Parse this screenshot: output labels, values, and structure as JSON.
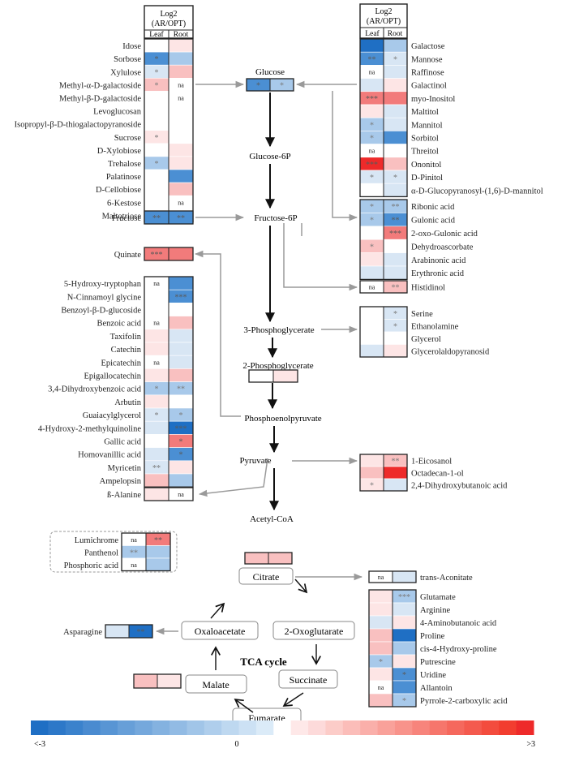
{
  "colors": {
    "neg3": "#1f6fc4",
    "neg2": "#4b8fd3",
    "neg1": "#a8c9ea",
    "neg05": "#d8e6f4",
    "zero": "#ffffff",
    "pos05": "#fde5e5",
    "pos1": "#f9c0c0",
    "pos2": "#f27b7b",
    "pos3": "#ee2a2a",
    "arrow_gray": "#a0a0a0",
    "arrow_black": "#111111"
  },
  "header_left": {
    "title": "Log2",
    "subtitle": "(AR/OPT)",
    "col1": "Leaf",
    "col2": "Root"
  },
  "header_right": {
    "title": "Log2",
    "subtitle": "(AR/OPT)",
    "col1": "Leaf",
    "col2": "Root"
  },
  "groups": {
    "sugars_left": [
      {
        "name": "Idose",
        "leaf": "zero",
        "root": "pos05",
        "leafMark": "",
        "rootMark": ""
      },
      {
        "name": "Sorbose",
        "leaf": "neg2",
        "root": "neg1",
        "leafMark": "*",
        "rootMark": ""
      },
      {
        "name": "Xylulose",
        "leaf": "neg05",
        "root": "pos1",
        "leafMark": "*",
        "rootMark": ""
      },
      {
        "name": "Methyl-α-D-galactoside",
        "leaf": "pos1",
        "root": "zero",
        "leafMark": "*",
        "rootMark": "na"
      },
      {
        "name": "Methyl-β-D-galactoside",
        "leaf": "zero",
        "root": "zero",
        "leafMark": "",
        "rootMark": "na"
      },
      {
        "name": "Levoglucosan",
        "leaf": "zero",
        "root": "zero",
        "leafMark": "",
        "rootMark": ""
      },
      {
        "name": "Isopropyl-β-D-thiogalactopyranoside",
        "leaf": "zero",
        "root": "zero",
        "leafMark": "",
        "rootMark": ""
      },
      {
        "name": "Sucrose",
        "leaf": "pos05",
        "root": "zero",
        "leafMark": "*",
        "rootMark": ""
      },
      {
        "name": "D-Xylobiose",
        "leaf": "zero",
        "root": "pos05",
        "leafMark": "",
        "rootMark": ""
      },
      {
        "name": "Trehalose",
        "leaf": "neg1",
        "root": "pos05",
        "leafMark": "*",
        "rootMark": ""
      },
      {
        "name": "Palatinose",
        "leaf": "zero",
        "root": "neg2",
        "leafMark": "",
        "rootMark": ""
      },
      {
        "name": "D-Cellobiose",
        "leaf": "zero",
        "root": "pos1",
        "leafMark": "",
        "rootMark": ""
      },
      {
        "name": "6-Kestose",
        "leaf": "zero",
        "root": "zero",
        "leafMark": "",
        "rootMark": "na"
      },
      {
        "name": "Maltotriose",
        "leaf": "zero",
        "root": "zero",
        "leafMark": "",
        "rootMark": "na"
      }
    ],
    "fructose": [
      {
        "name": "Fructose",
        "leaf": "neg2",
        "root": "neg2",
        "leafMark": "**",
        "rootMark": "**"
      }
    ],
    "quinate": [
      {
        "name": "Quinate",
        "leaf": "pos2",
        "root": "pos2",
        "leafMark": "***",
        "rootMark": ""
      }
    ],
    "phenolics": [
      {
        "name": "5-Hydroxy-tryptophan",
        "leaf": "zero",
        "root": "neg2",
        "leafMark": "na",
        "rootMark": ""
      },
      {
        "name": "N-Cinnamoyl glycine",
        "leaf": "zero",
        "root": "neg2",
        "leafMark": "",
        "rootMark": "***"
      },
      {
        "name": "Benzoyl-β-D-glucoside",
        "leaf": "zero",
        "root": "zero",
        "leafMark": "",
        "rootMark": ""
      },
      {
        "name": "Benzoic acid",
        "leaf": "zero",
        "root": "pos1",
        "leafMark": "na",
        "rootMark": ""
      },
      {
        "name": "Taxifolin",
        "leaf": "pos05",
        "root": "neg05",
        "leafMark": "",
        "rootMark": ""
      },
      {
        "name": "Catechin",
        "leaf": "pos05",
        "root": "neg05",
        "leafMark": "",
        "rootMark": ""
      },
      {
        "name": "Epicatechin",
        "leaf": "zero",
        "root": "neg05",
        "leafMark": "na",
        "rootMark": ""
      },
      {
        "name": "Epigallocatechin",
        "leaf": "pos05",
        "root": "pos1",
        "leafMark": "",
        "rootMark": ""
      },
      {
        "name": "3,4-Dihydroxybenzoic acid",
        "leaf": "neg1",
        "root": "neg1",
        "leafMark": "*",
        "rootMark": "**"
      },
      {
        "name": "Arbutin",
        "leaf": "pos05",
        "root": "zero",
        "leafMark": "",
        "rootMark": ""
      },
      {
        "name": "Guaiacylglycerol",
        "leaf": "neg05",
        "root": "neg1",
        "leafMark": "*",
        "rootMark": "*"
      },
      {
        "name": "4-Hydroxy-2-methylquinoline",
        "leaf": "neg05",
        "root": "neg3",
        "leafMark": "",
        "rootMark": "***"
      },
      {
        "name": "Gallic acid",
        "leaf": "zero",
        "root": "pos2",
        "leafMark": "",
        "rootMark": "*"
      },
      {
        "name": "Homovanillic acid",
        "leaf": "neg05",
        "root": "neg2",
        "leafMark": "",
        "rootMark": "*"
      },
      {
        "name": "Myricetin",
        "leaf": "neg05",
        "root": "pos05",
        "leafMark": "**",
        "rootMark": ""
      },
      {
        "name": "Ampelopsin",
        "leaf": "pos1",
        "root": "neg1",
        "leafMark": "",
        "rootMark": ""
      }
    ],
    "alanine": [
      {
        "name": "ß-Alanine",
        "leaf": "pos05",
        "root": "zero",
        "leafMark": "",
        "rootMark": "na"
      }
    ],
    "lumichrome": [
      {
        "name": "Lumichrome",
        "leaf": "zero",
        "root": "pos2",
        "leafMark": "na",
        "rootMark": "**"
      },
      {
        "name": "Panthenol",
        "leaf": "neg1",
        "root": "neg1",
        "leafMark": "**",
        "rootMark": ""
      },
      {
        "name": "Phosphoric acid",
        "leaf": "zero",
        "root": "neg1",
        "leafMark": "na",
        "rootMark": ""
      }
    ],
    "asparagine": [
      {
        "name": "Asparagine",
        "leaf": "neg05",
        "root": "neg3",
        "leafMark": "",
        "rootMark": "**"
      }
    ],
    "malate": [
      {
        "name": "",
        "leaf": "pos1",
        "root": "pos05",
        "leafMark": "",
        "rootMark": ""
      }
    ],
    "citrate": [
      {
        "name": "",
        "leaf": "pos1",
        "root": "pos1",
        "leafMark": "",
        "rootMark": ""
      }
    ],
    "glucose": [
      {
        "name": "",
        "leaf": "neg2",
        "root": "neg1",
        "leafMark": "*",
        "rootMark": "*"
      }
    ],
    "phosphoglycerate2": [
      {
        "name": "",
        "leaf": "zero",
        "root": "pos05",
        "leafMark": "",
        "rootMark": ""
      }
    ],
    "sugars_right": [
      {
        "name": "Galactose",
        "leaf": "neg3",
        "root": "neg1",
        "leafMark": "",
        "rootMark": ""
      },
      {
        "name": "Mannose",
        "leaf": "neg2",
        "root": "neg05",
        "leafMark": "**",
        "rootMark": "*"
      },
      {
        "name": "Raffinose",
        "leaf": "zero",
        "root": "neg05",
        "leafMark": "na",
        "rootMark": ""
      },
      {
        "name": "Galactinol",
        "leaf": "neg05",
        "root": "pos05",
        "leafMark": "",
        "rootMark": ""
      },
      {
        "name": "myo-Inositol",
        "leaf": "pos2",
        "root": "pos2",
        "leafMark": "***",
        "rootMark": ""
      },
      {
        "name": "Maltitol",
        "leaf": "pos05",
        "root": "neg05",
        "leafMark": "",
        "rootMark": ""
      },
      {
        "name": "Mannitol",
        "leaf": "neg1",
        "root": "neg05",
        "leafMark": "*",
        "rootMark": ""
      },
      {
        "name": "Sorbitol",
        "leaf": "neg1",
        "root": "neg2",
        "leafMark": "*",
        "rootMark": ""
      },
      {
        "name": "Threitol",
        "leaf": "zero",
        "root": "zero",
        "leafMark": "na",
        "rootMark": ""
      },
      {
        "name": "Ononitol",
        "leaf": "pos3",
        "root": "pos1",
        "leafMark": "***",
        "rootMark": ""
      },
      {
        "name": "D-Pinitol",
        "leaf": "neg05",
        "root": "neg05",
        "leafMark": "*",
        "rootMark": "*"
      },
      {
        "name": "α-D-Glucopyranosyl-(1,6)-D-mannitol",
        "leaf": "zero",
        "root": "neg05",
        "leafMark": "",
        "rootMark": ""
      }
    ],
    "acids_right": [
      {
        "name": "Ribonic acid",
        "leaf": "neg1",
        "root": "neg1",
        "leafMark": "*",
        "rootMark": "**"
      },
      {
        "name": "Gulonic acid",
        "leaf": "neg1",
        "root": "neg2",
        "leafMark": "*",
        "rootMark": "**"
      },
      {
        "name": "2-oxo-Gulonic acid",
        "leaf": "zero",
        "root": "pos2",
        "leafMark": "",
        "rootMark": "***"
      },
      {
        "name": "Dehydroascorbate",
        "leaf": "pos1",
        "root": "zero",
        "leafMark": "*",
        "rootMark": ""
      },
      {
        "name": "Arabinonic acid",
        "leaf": "pos05",
        "root": "neg05",
        "leafMark": "",
        "rootMark": ""
      },
      {
        "name": "Erythronic acid",
        "leaf": "neg05",
        "root": "neg05",
        "leafMark": "",
        "rootMark": ""
      }
    ],
    "histidinol": [
      {
        "name": "Histidinol",
        "leaf": "zero",
        "root": "pos1",
        "leafMark": "na",
        "rootMark": "**"
      }
    ],
    "serine": [
      {
        "name": "Serine",
        "leaf": "zero",
        "root": "neg05",
        "leafMark": "",
        "rootMark": "*"
      },
      {
        "name": "Ethanolamine",
        "leaf": "zero",
        "root": "neg05",
        "leafMark": "",
        "rootMark": "*"
      },
      {
        "name": "Glycerol",
        "leaf": "zero",
        "root": "zero",
        "leafMark": "",
        "rootMark": ""
      },
      {
        "name": "Glycerolaldopyranosid",
        "leaf": "neg05",
        "root": "pos05",
        "leafMark": "",
        "rootMark": ""
      }
    ],
    "eicosanol": [
      {
        "name": "1-Eicosanol",
        "leaf": "pos05",
        "root": "pos1",
        "leafMark": "",
        "rootMark": "**"
      },
      {
        "name": "Octadecan-1-ol",
        "leaf": "pos1",
        "root": "pos3",
        "leafMark": "",
        "rootMark": ""
      },
      {
        "name": "2,4-Dihydroxybutanoic acid",
        "leaf": "pos05",
        "root": "neg05",
        "leafMark": "*",
        "rootMark": ""
      }
    ],
    "aconitate": [
      {
        "name": "trans-Aconitate",
        "leaf": "zero",
        "root": "neg05",
        "leafMark": "na",
        "rootMark": ""
      }
    ],
    "aminos_right": [
      {
        "name": "Glutamate",
        "leaf": "pos05",
        "root": "neg1",
        "leafMark": "",
        "rootMark": "***"
      },
      {
        "name": "Arginine",
        "leaf": "pos05",
        "root": "neg05",
        "leafMark": "",
        "rootMark": ""
      },
      {
        "name": "4-Aminobutanoic acid",
        "leaf": "neg05",
        "root": "pos05",
        "leafMark": "",
        "rootMark": ""
      },
      {
        "name": "Proline",
        "leaf": "pos1",
        "root": "neg3",
        "leafMark": "",
        "rootMark": ""
      },
      {
        "name": "cis-4-Hydroxy-proline",
        "leaf": "pos1",
        "root": "neg1",
        "leafMark": "",
        "rootMark": ""
      },
      {
        "name": "Putrescine",
        "leaf": "neg1",
        "root": "pos05",
        "leafMark": "*",
        "rootMark": ""
      },
      {
        "name": "Uridine",
        "leaf": "pos05",
        "root": "neg2",
        "leafMark": "",
        "rootMark": "*"
      },
      {
        "name": "Allantoin",
        "leaf": "zero",
        "root": "neg2",
        "leafMark": "na",
        "rootMark": ""
      },
      {
        "name": "Pyrrole-2-carboxylic acid",
        "leaf": "pos1",
        "root": "neg1",
        "leafMark": "",
        "rootMark": "*"
      }
    ]
  },
  "pathway": {
    "glucose": "Glucose",
    "glucose6p": "Glucose-6P",
    "fructose6p": "Fructose-6P",
    "phosphoglycerate3": "3-Phosphoglycerate",
    "phosphoglycerate2": "2-Phosphoglycerate",
    "pep": "Phosphoenolpyruvate",
    "pyruvate": "Pyruvate",
    "acetylcoa": "Acetyl-CoA",
    "citrate": "Citrate",
    "oxoglutarate": "2-Oxoglutarate",
    "succinate": "Succinate",
    "fumarate": "Fumarate",
    "malate": "Malate",
    "oxaloacetate": "Oxaloacetate",
    "tca": "TCA cycle"
  },
  "legend": {
    "min_label": "<-3",
    "zero_label": "0",
    "max_label": ">3",
    "colors": [
      "#1f6fc4",
      "#2d78c8",
      "#3b82cc",
      "#4a8bd0",
      "#5895d4",
      "#679fd8",
      "#75a8dc",
      "#84b2e0",
      "#92bbe4",
      "#a1c5e8",
      "#afceec",
      "#bed8f0",
      "#cce1f4",
      "#dbebf8",
      "#ffffff",
      "#fee8e8",
      "#fddada",
      "#fcccc8",
      "#fbbdb9",
      "#faafaa",
      "#f9a19a",
      "#f8938b",
      "#f7847c",
      "#f6766c",
      "#f5685d",
      "#f45a4e",
      "#f34c3e",
      "#f23d2f",
      "#ee2a2a"
    ]
  }
}
